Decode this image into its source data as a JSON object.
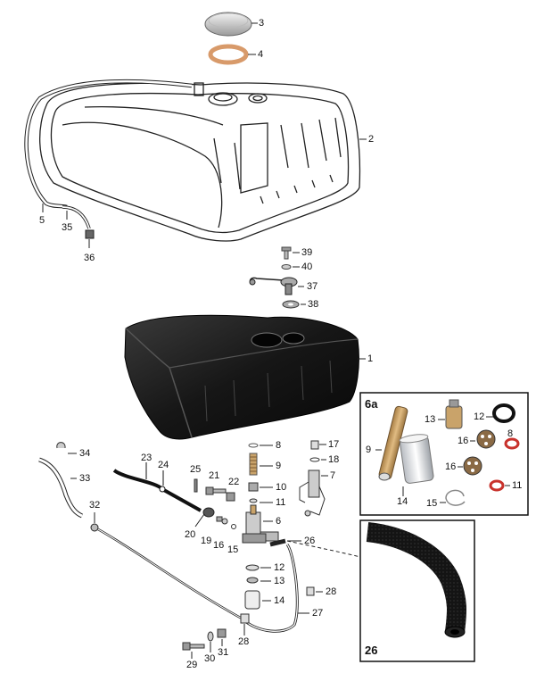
{
  "labels": {
    "p1": "1",
    "p2": "2",
    "p3": "3",
    "p4": "4",
    "p5": "5",
    "p6": "6",
    "p7": "7",
    "p8": "8",
    "p9": "9",
    "p10": "10",
    "p11": "11",
    "p12": "12",
    "p13": "13",
    "p14": "14",
    "p15": "15",
    "p16": "16",
    "p17": "17",
    "p18": "18",
    "p19": "19",
    "p20": "20",
    "p21": "21",
    "p22": "22",
    "p23": "23",
    "p24": "24",
    "p25": "25",
    "p26": "26",
    "p27": "27",
    "p28a": "28",
    "p28b": "28",
    "p29": "29",
    "p30": "30",
    "p31": "31",
    "p32": "32",
    "p33": "33",
    "p34": "34",
    "p35": "35",
    "p36": "36",
    "p37": "37",
    "p38": "38",
    "p39": "39",
    "p40": "40"
  },
  "inset_6a": {
    "title": "6a",
    "l9": "9",
    "l13": "13",
    "l12": "12",
    "l16a": "16",
    "l8": "8",
    "l16b": "16",
    "l11": "11",
    "l14": "14",
    "l15": "15"
  },
  "inset_26": {
    "title": "26"
  },
  "colors": {
    "tank_black": "#161616",
    "gasket_orange": "#d89a6a",
    "seal_red": "#c8322c",
    "filter_tan": "#c9a36a"
  }
}
